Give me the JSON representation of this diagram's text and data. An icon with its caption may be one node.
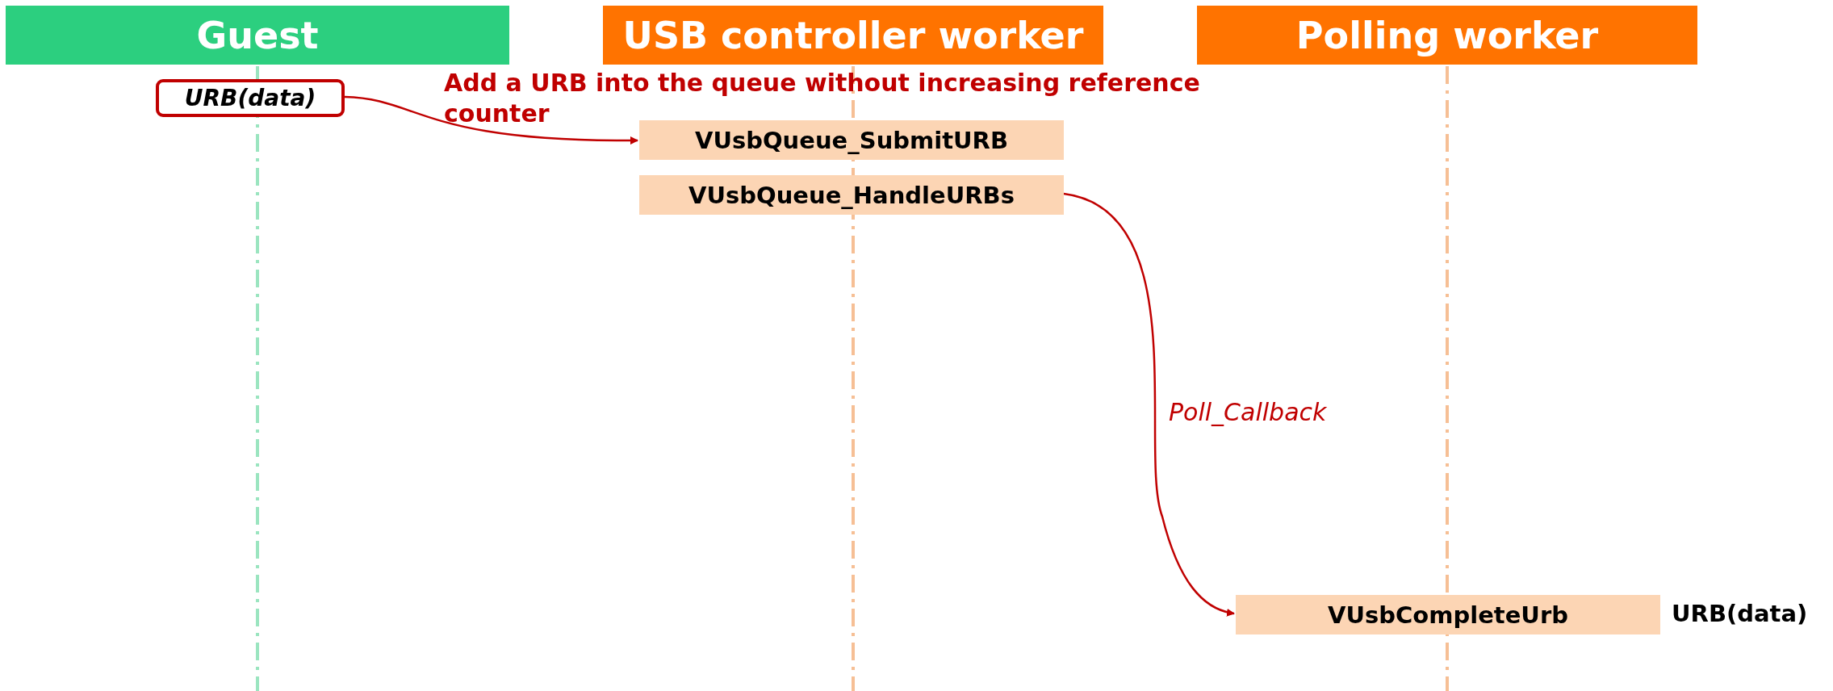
{
  "diagram": {
    "nodes": [
      {
        "text": [
          "Guest"
        ]
      },
      {
        "text": [
          "USB controller worker"
        ]
      },
      {
        "text": [
          "Polling worker"
        ]
      },
      {
        "text": [
          "URB(data)"
        ]
      },
      {
        "text": [
          "VUsbQueue_SubmitURB"
        ]
      },
      {
        "text": [
          "VUsbQueue_HandleURBs"
        ]
      },
      {
        "text": [
          "VUsbCompleteUrb"
        ],
        "beside": [
          "URB(data)"
        ]
      }
    ],
    "edges": [
      {
        "from": 3,
        "to": 4,
        "arrow": "to",
        "label": "Add a URB into the queue without increasing reference counter"
      },
      {
        "from": 5,
        "to": 6,
        "arrow": "to",
        "label": "Poll_Callback"
      }
    ]
  }
}
